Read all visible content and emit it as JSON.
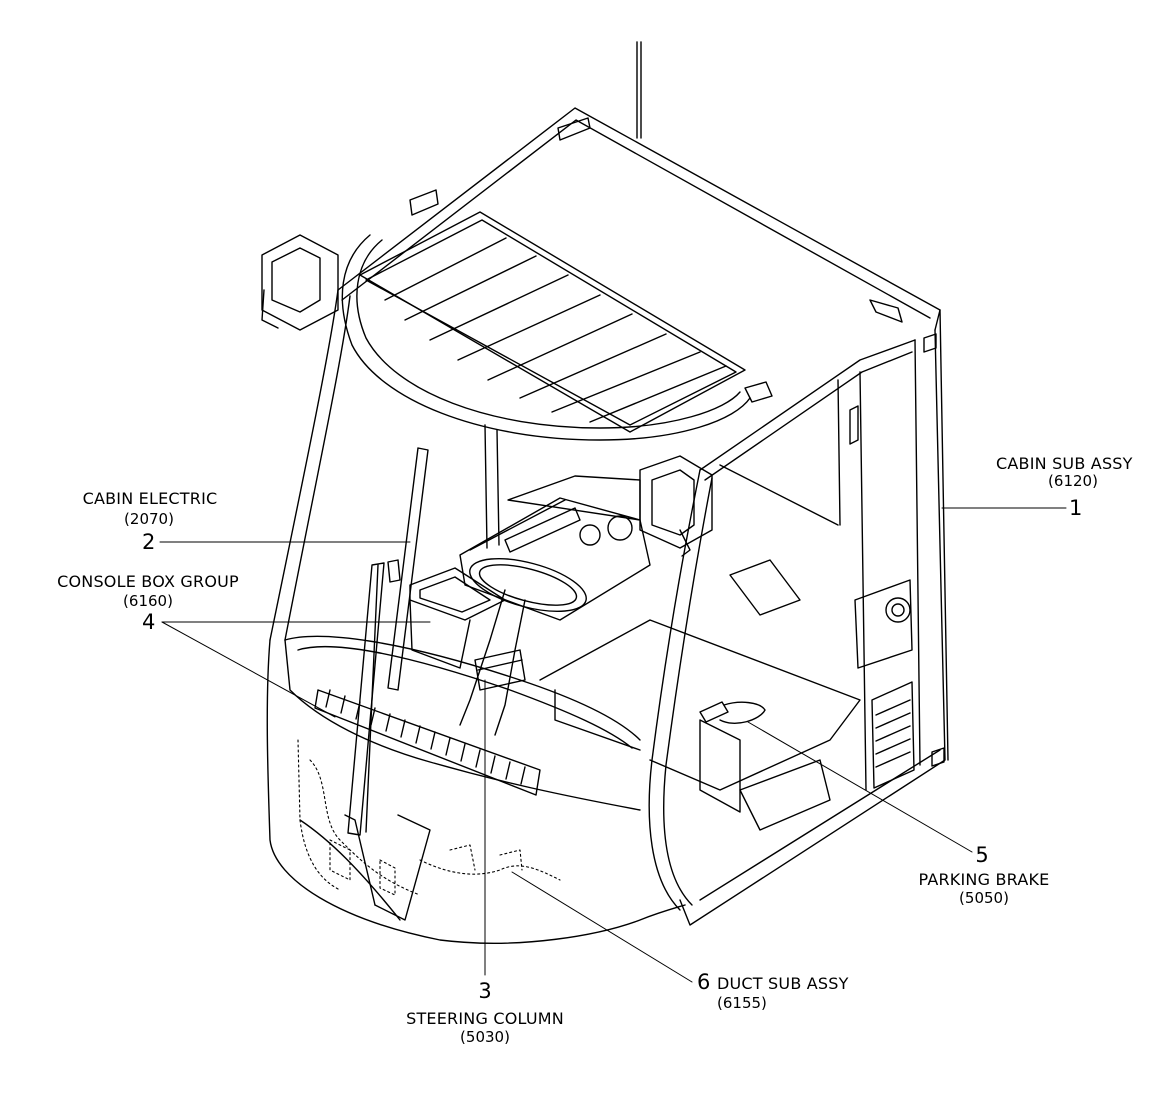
{
  "callouts": [
    {
      "number": "1",
      "name": "CABIN SUB ASSY",
      "code": "(6120)"
    },
    {
      "number": "2",
      "name": "CABIN ELECTRIC",
      "code": "(2070)"
    },
    {
      "number": "3",
      "name": "STEERING COLUMN",
      "code": "(5030)"
    },
    {
      "number": "4",
      "name": "CONSOLE BOX GROUP",
      "code": "(6160)"
    },
    {
      "number": "5",
      "name": "PARKING BRAKE",
      "code": "(5050)"
    },
    {
      "number": "6",
      "name": "DUCT SUB ASSY",
      "code": "(6155)"
    }
  ],
  "colors": {
    "line": "#000000",
    "background": "#ffffff",
    "hidden": "#000000"
  }
}
